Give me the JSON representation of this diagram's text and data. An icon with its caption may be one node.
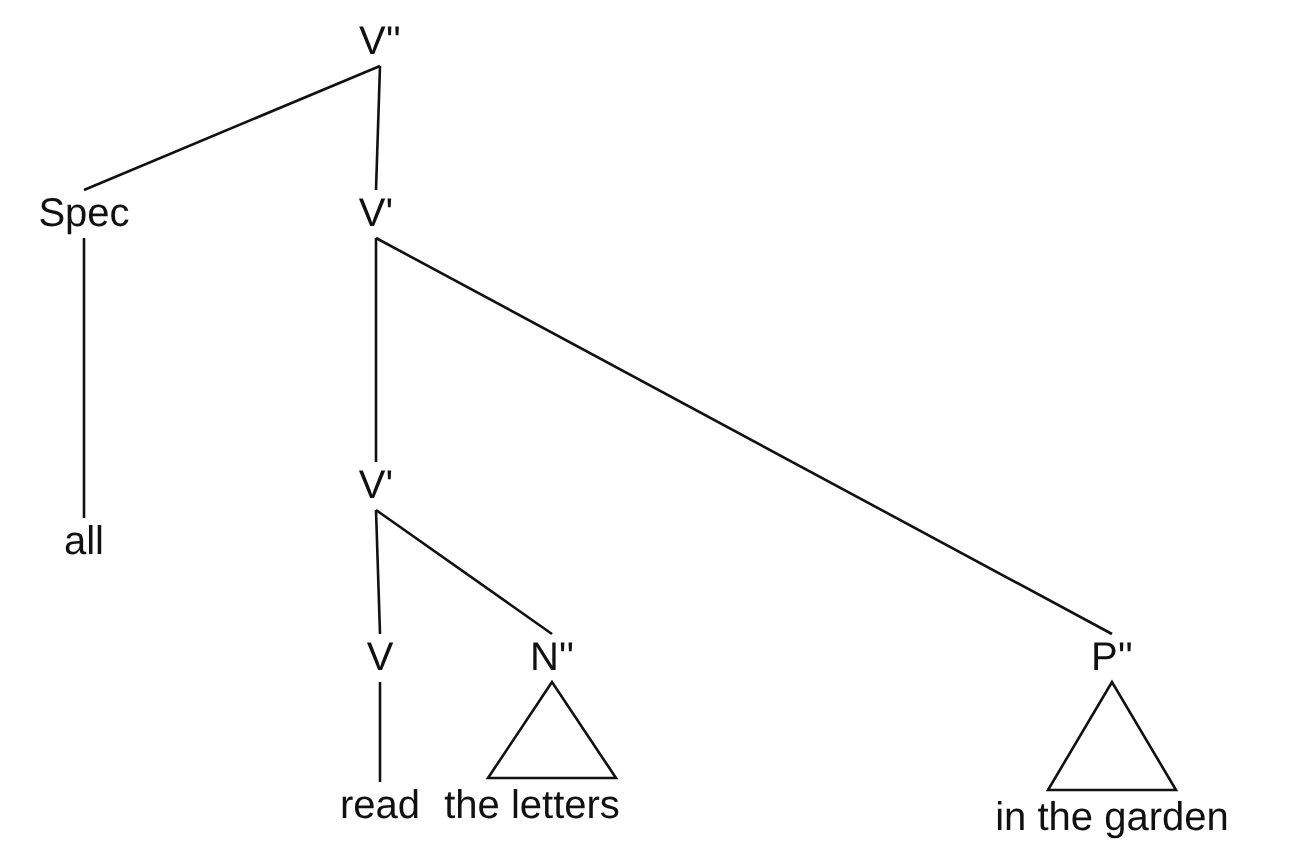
{
  "diagram": {
    "nodes": [
      {
        "text": [
          "V''"
        ]
      },
      {
        "text": [
          "Spec"
        ]
      },
      {
        "text": [
          "V'"
        ]
      },
      {
        "text": [
          "all"
        ]
      },
      {
        "text": [
          "V'"
        ]
      },
      {
        "text": [
          "V"
        ]
      },
      {
        "text": [
          "N''"
        ]
      },
      {
        "text": [
          "P''"
        ]
      },
      {
        "text": [
          "read"
        ]
      },
      {
        "text": [
          "the letters"
        ]
      },
      {
        "text": [
          "in the garden"
        ]
      }
    ],
    "edges": [
      {
        "from": 0,
        "to": 1,
        "arrow": "none"
      },
      {
        "from": 0,
        "to": 2,
        "arrow": "none"
      },
      {
        "from": 1,
        "to": 3,
        "arrow": "none"
      },
      {
        "from": 2,
        "to": 4,
        "arrow": "none"
      },
      {
        "from": 2,
        "to": 7,
        "arrow": "none"
      },
      {
        "from": 4,
        "to": 5,
        "arrow": "none"
      },
      {
        "from": 4,
        "to": 6,
        "arrow": "none"
      },
      {
        "from": 5,
        "to": 8,
        "arrow": "none"
      },
      {
        "from": 6,
        "to": 9,
        "arrow": "none"
      },
      {
        "from": 7,
        "to": 10,
        "arrow": "none"
      }
    ]
  }
}
